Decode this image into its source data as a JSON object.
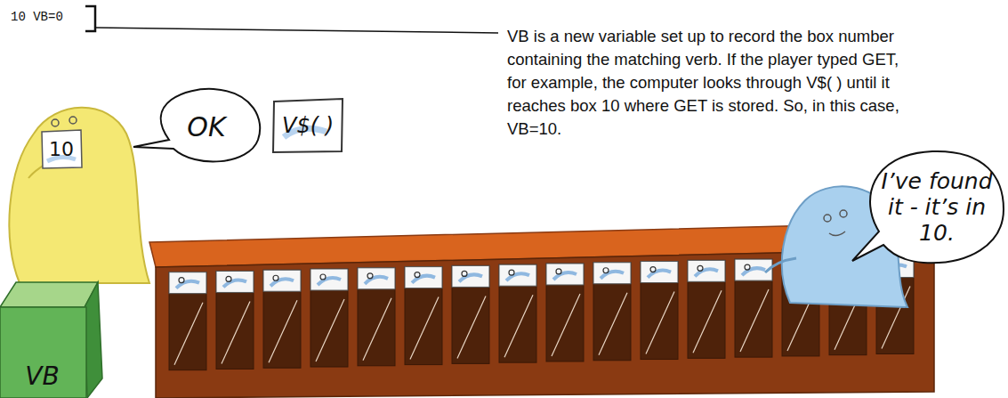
{
  "diagram": {
    "nodes": [
      {
        "text": [
          "OK"
        ]
      },
      {
        "text": [
          "V$( )"
        ]
      },
      {
        "text": [
          "10"
        ]
      },
      {
        "text": [
          "I’ve found it - it’s in 10."
        ]
      },
      {
        "text": [
          "VB"
        ]
      }
    ],
    "labels": [
      "10 VB=0",
      "VB is a new variable set up to record the box number containing the matching verb. If the player typed GET, for example, the computer looks through V$( ) until it reaches box 10 where GET is stored. So, in this case, VB=10."
    ]
  }
}
